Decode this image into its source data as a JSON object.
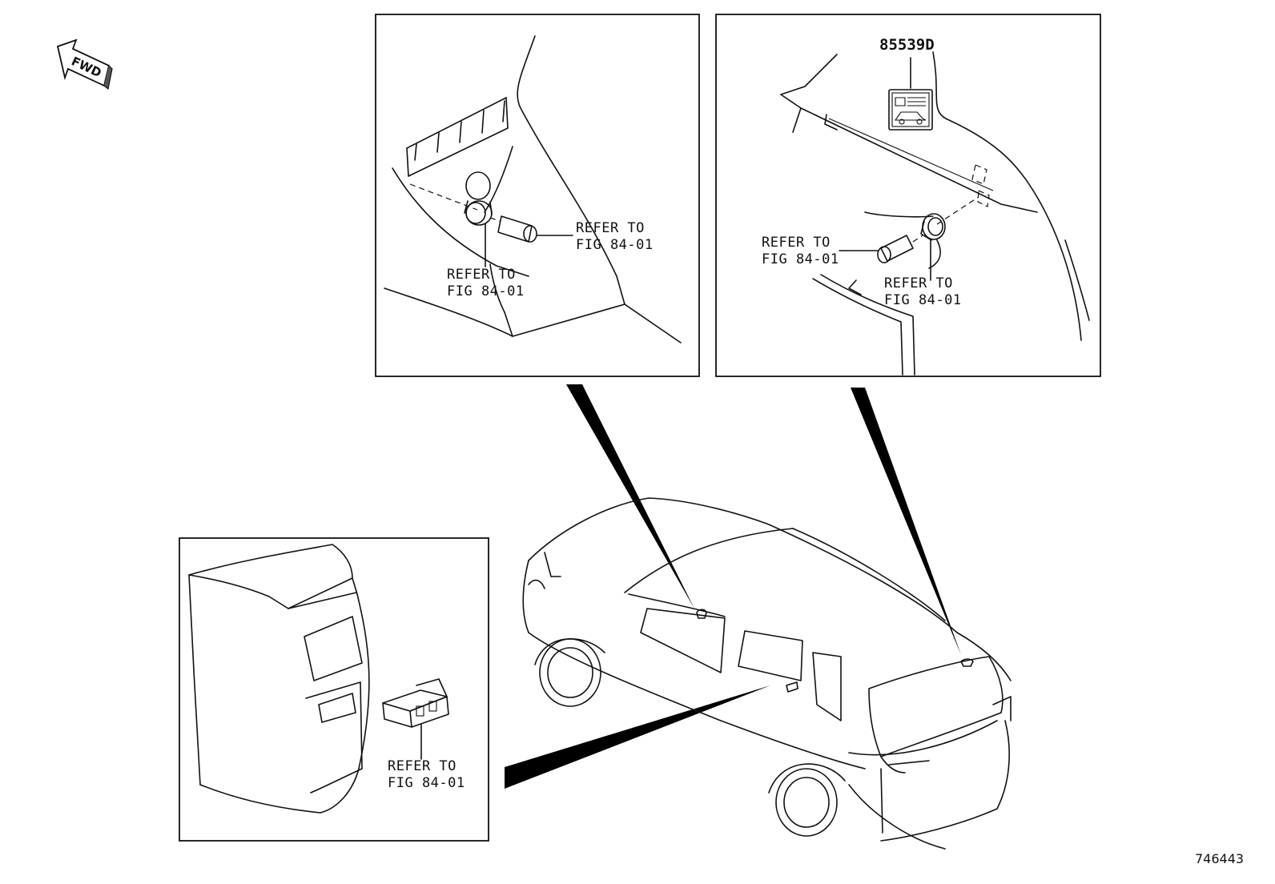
{
  "fwd_indicator": {
    "label": "FWD"
  },
  "panels": {
    "top_left": {
      "callout_right": {
        "line1": "REFER TO",
        "line2": "FIG 84-01"
      },
      "callout_bottom": {
        "line1": "REFER TO",
        "line2": "FIG 84-01"
      }
    },
    "top_right": {
      "part_number": "85539D",
      "callout_left": {
        "line1": "REFER TO",
        "line2": "FIG 84-01"
      },
      "callout_bottom": {
        "line1": "REFER TO",
        "line2": "FIG 84-01"
      }
    },
    "bottom_left": {
      "callout": {
        "line1": "REFER TO",
        "line2": "FIG 84-01"
      }
    }
  },
  "illustration_id": "746443"
}
